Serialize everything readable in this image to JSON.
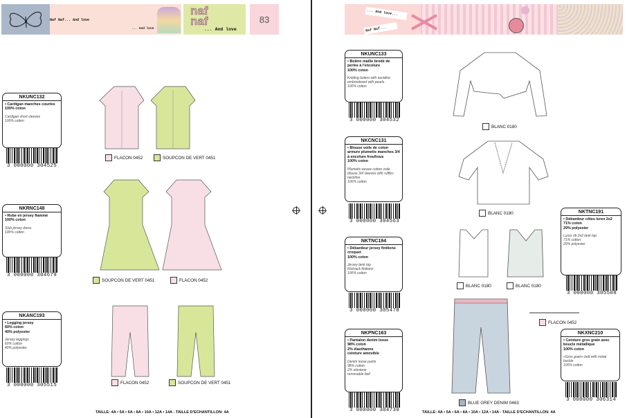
{
  "page_number": "83",
  "header_left": {
    "text1": "Naf Naf... And love",
    "text2": "... And love",
    "logo_line1": "naf",
    "logo_line2": "naf",
    "logo_tag": "... And love"
  },
  "header_right": {
    "ribbon1": "... And love...",
    "ribbon2": "Naf Naf..."
  },
  "footer": "TAILLE: 4A • 5A • 6A • 8A • 10A • 12A • 14A - TAILLE D'ECHANTILLON: 4A",
  "products": [
    {
      "code": "NKUNC132",
      "fr": [
        "Cardigan manches courtes",
        "100% coton"
      ],
      "en": [
        "Cardigan short sleeves",
        "100% cotton"
      ],
      "barcode": "3 000000 304525"
    },
    {
      "code": "NKRNC148",
      "fr": [
        "Robe en jersey flammé",
        "100% coton"
      ],
      "en": [
        "Slub jersey dress",
        "100% cotton"
      ],
      "barcode": "3 000000 304679"
    },
    {
      "code": "NKANC193",
      "fr": [
        "Legging jersey",
        "60% coton",
        "40% polyester"
      ],
      "en": [
        "Jersey leggings",
        "60% cotton",
        "40% polyester"
      ],
      "barcode": "3 000000 305515"
    },
    {
      "code": "NKUNC133",
      "fr": [
        "Boléro maille brodé de perles à l'encolure",
        "100% coton"
      ],
      "en": [
        "Knitting bolero with neckline embroidered with pearls",
        "100% cotton"
      ],
      "barcode": "3 000000 304532"
    },
    {
      "code": "NKCNC131",
      "fr": [
        "Blouse voile de coton armure plumetis manches 3/4 à encolure froufrous",
        "100% coton"
      ],
      "en": [
        "Plumetis weave cotton voile blouse 3/4 sleeves with ruffles neckline",
        "100% cotton"
      ],
      "barcode": "3 000000 304563"
    },
    {
      "code": "NKTNC194",
      "fr": [
        "Débardeur jersey finitions croquet",
        "100% coton"
      ],
      "en": [
        "Jersey tank top",
        "Rickrack finitions",
        "100% cotton"
      ],
      "barcode": "3 000000 305478"
    },
    {
      "code": "NKTNC191",
      "fr": [
        "Débardeur côtes lurex 2x2",
        "71% coton",
        "29% polyester"
      ],
      "en": [
        "Lurex rib 2x2 tank top",
        "71% cotton",
        "29% polyester"
      ],
      "barcode": "3 000000 305508"
    },
    {
      "code": "NKPNC163",
      "fr": [
        "Pantalon denim loose",
        "98% coton",
        "2% élasthanne",
        "ceinture amovible"
      ],
      "en": [
        "Denim loose pants",
        "98% cotton",
        "2% elastane",
        "removable belt"
      ],
      "barcode": "3 000000 304730"
    },
    {
      "code": "NKXNC210",
      "fr": [
        "Ceinture gros grain avec boucle métallique",
        "100% coton"
      ],
      "en": [
        "«Gros grain» belt with metal buckle",
        "100% cotton"
      ],
      "barcode": "3 000000 306314"
    }
  ],
  "swatches": {
    "flacon": {
      "label": "FLACON 0452",
      "color": "#f8dfe6"
    },
    "vert": {
      "label": "SOUPCON DE VERT 0451",
      "color": "#d8e69a"
    },
    "blanc": {
      "label": "BLANC 0180",
      "color": "#ffffff"
    },
    "denim": {
      "label": "BLUE GREY DENIM 0463",
      "color": "#aab5c2"
    }
  }
}
